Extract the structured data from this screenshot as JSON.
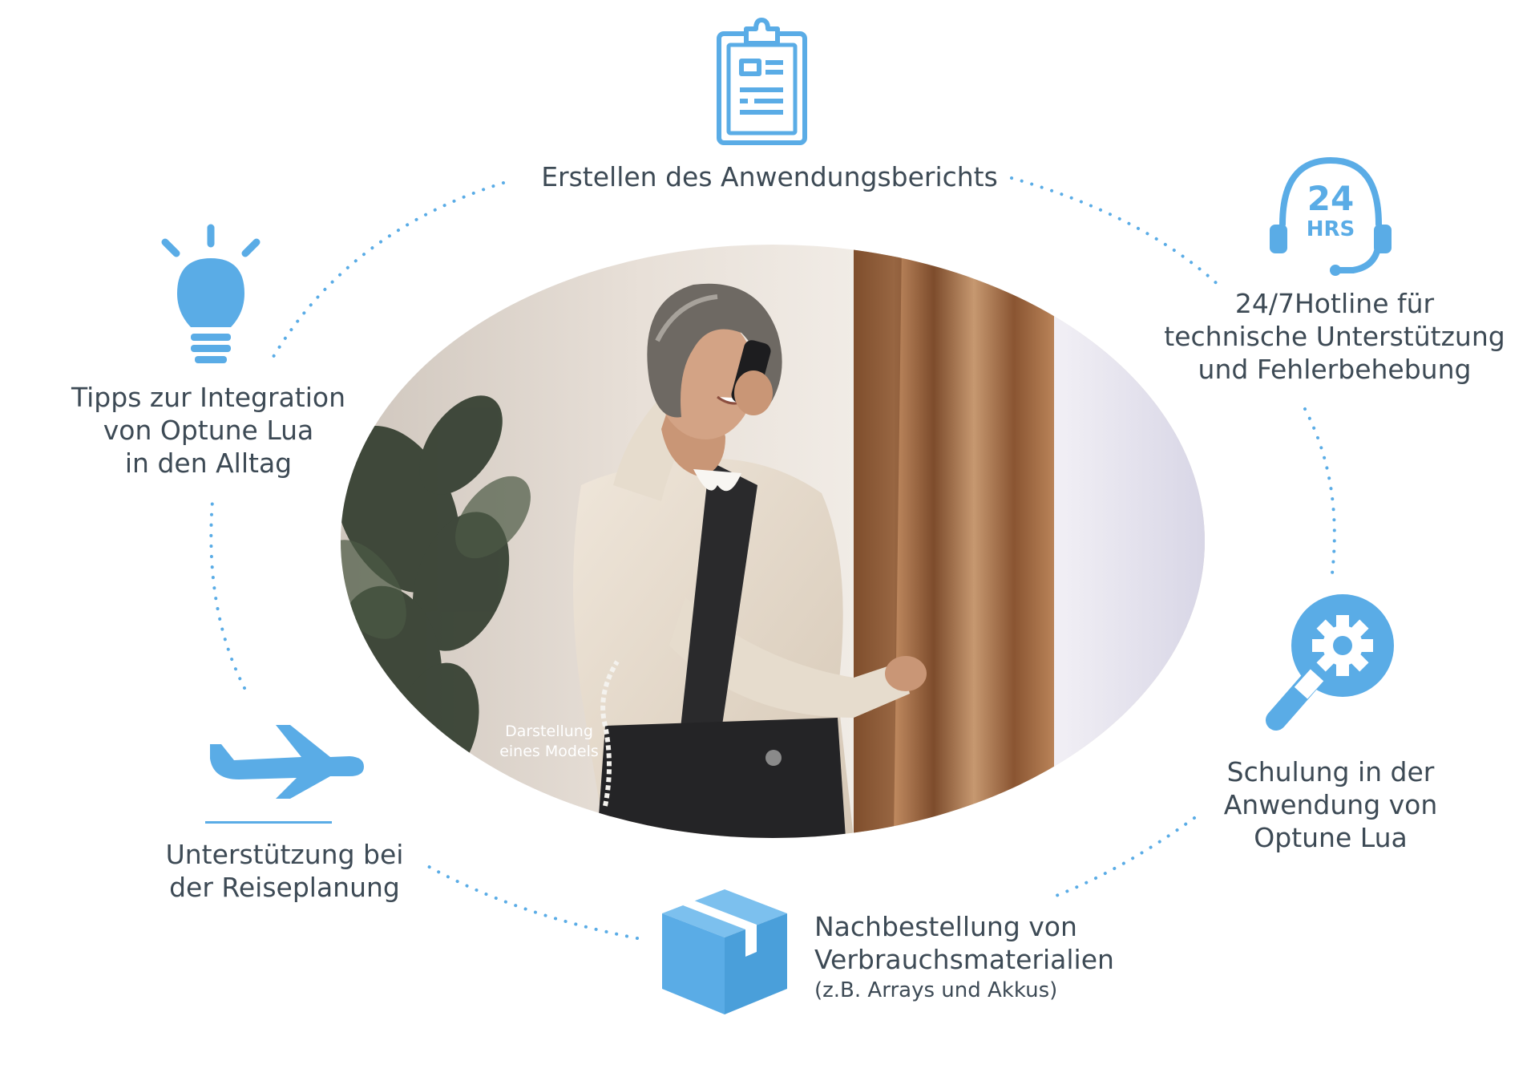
{
  "colors": {
    "accent": "#5aace6",
    "text": "#3d4a55",
    "dots": "#5aace6"
  },
  "photo": {
    "caption": [
      "Darstellung",
      "eines Models"
    ]
  },
  "features": {
    "report": {
      "icon": "clipboard-icon",
      "lines": [
        "Erstellen des Anwendungsberichts"
      ]
    },
    "hotline": {
      "icon": "headset-24hrs-icon",
      "icon_text_top": "24",
      "icon_text_bottom": "HRS",
      "lines": [
        "24/7Hotline für",
        "technische Unterstützung",
        "und Fehlerbehebung"
      ]
    },
    "tips": {
      "icon": "lightbulb-icon",
      "lines": [
        "Tipps zur Integration",
        "von Optune Lua",
        "in den Alltag"
      ]
    },
    "training": {
      "icon": "magnifier-gear-icon",
      "lines": [
        "Schulung in der",
        "Anwendung von",
        "Optune Lua"
      ]
    },
    "travel": {
      "icon": "airplane-icon",
      "lines": [
        "Unterstützung bei",
        "der Reiseplanung"
      ]
    },
    "reorder": {
      "icon": "package-box-icon",
      "lines": [
        "Nachbestellung von",
        "Verbrauchsmaterialien"
      ],
      "note": "(z.B. Arrays und Akkus)"
    }
  }
}
